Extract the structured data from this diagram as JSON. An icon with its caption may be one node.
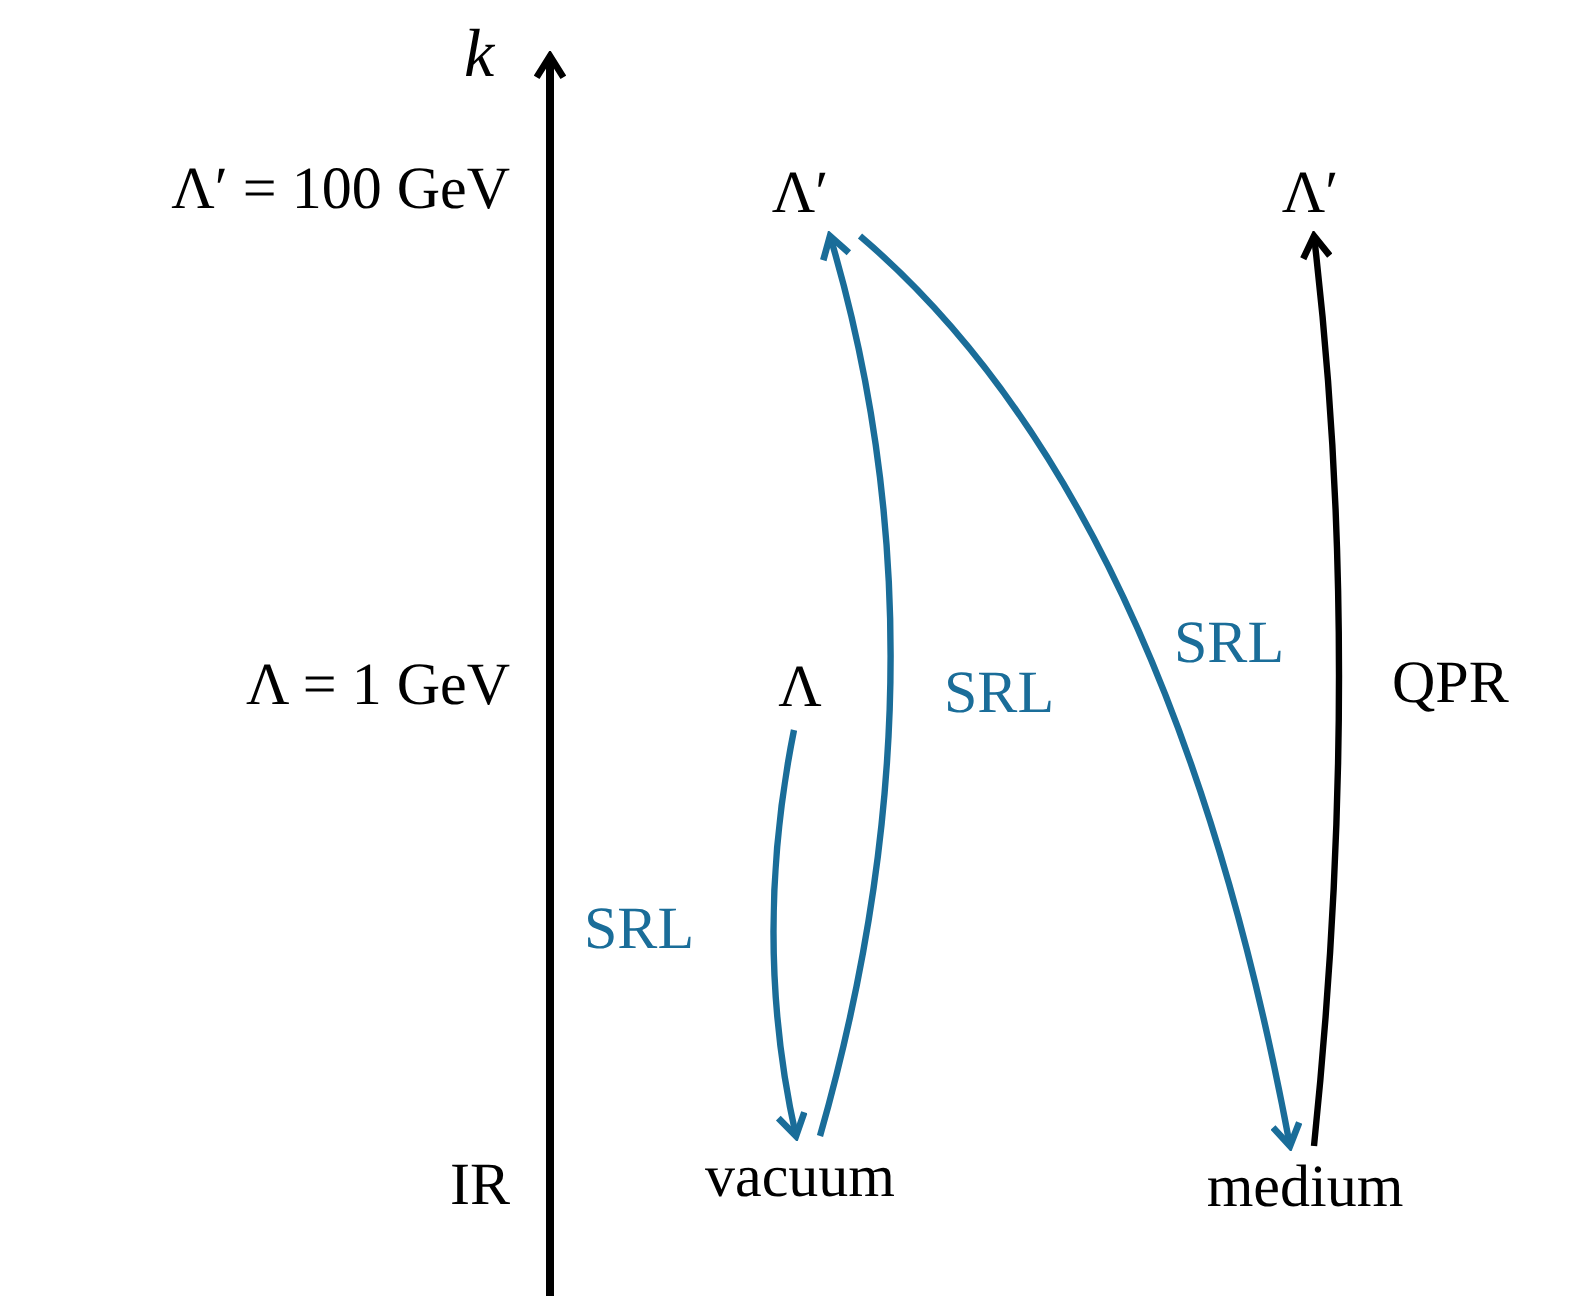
{
  "diagram": {
    "nodes": [
      {
        "text": [
          "Λ′"
        ]
      },
      {
        "text": [
          "Λ′"
        ]
      },
      {
        "text": [
          "Λ"
        ]
      },
      {
        "text": [
          "vacuum"
        ]
      },
      {
        "text": [
          "medium"
        ]
      }
    ],
    "edges": [
      {
        "from": 2,
        "to": 3,
        "arrow": "to",
        "label": "SRL"
      },
      {
        "from": 3,
        "to": 0,
        "arrow": "to",
        "label": "SRL"
      },
      {
        "from": 0,
        "to": 4,
        "arrow": "to",
        "label": "SRL"
      },
      {
        "from": 4,
        "to": 1,
        "arrow": "to",
        "label": "QPR",
        "color": "#000000"
      }
    ],
    "labels": [
      "k",
      "Λ′ = 100 GeV",
      "Λ = 1 GeV",
      "IR"
    ]
  }
}
